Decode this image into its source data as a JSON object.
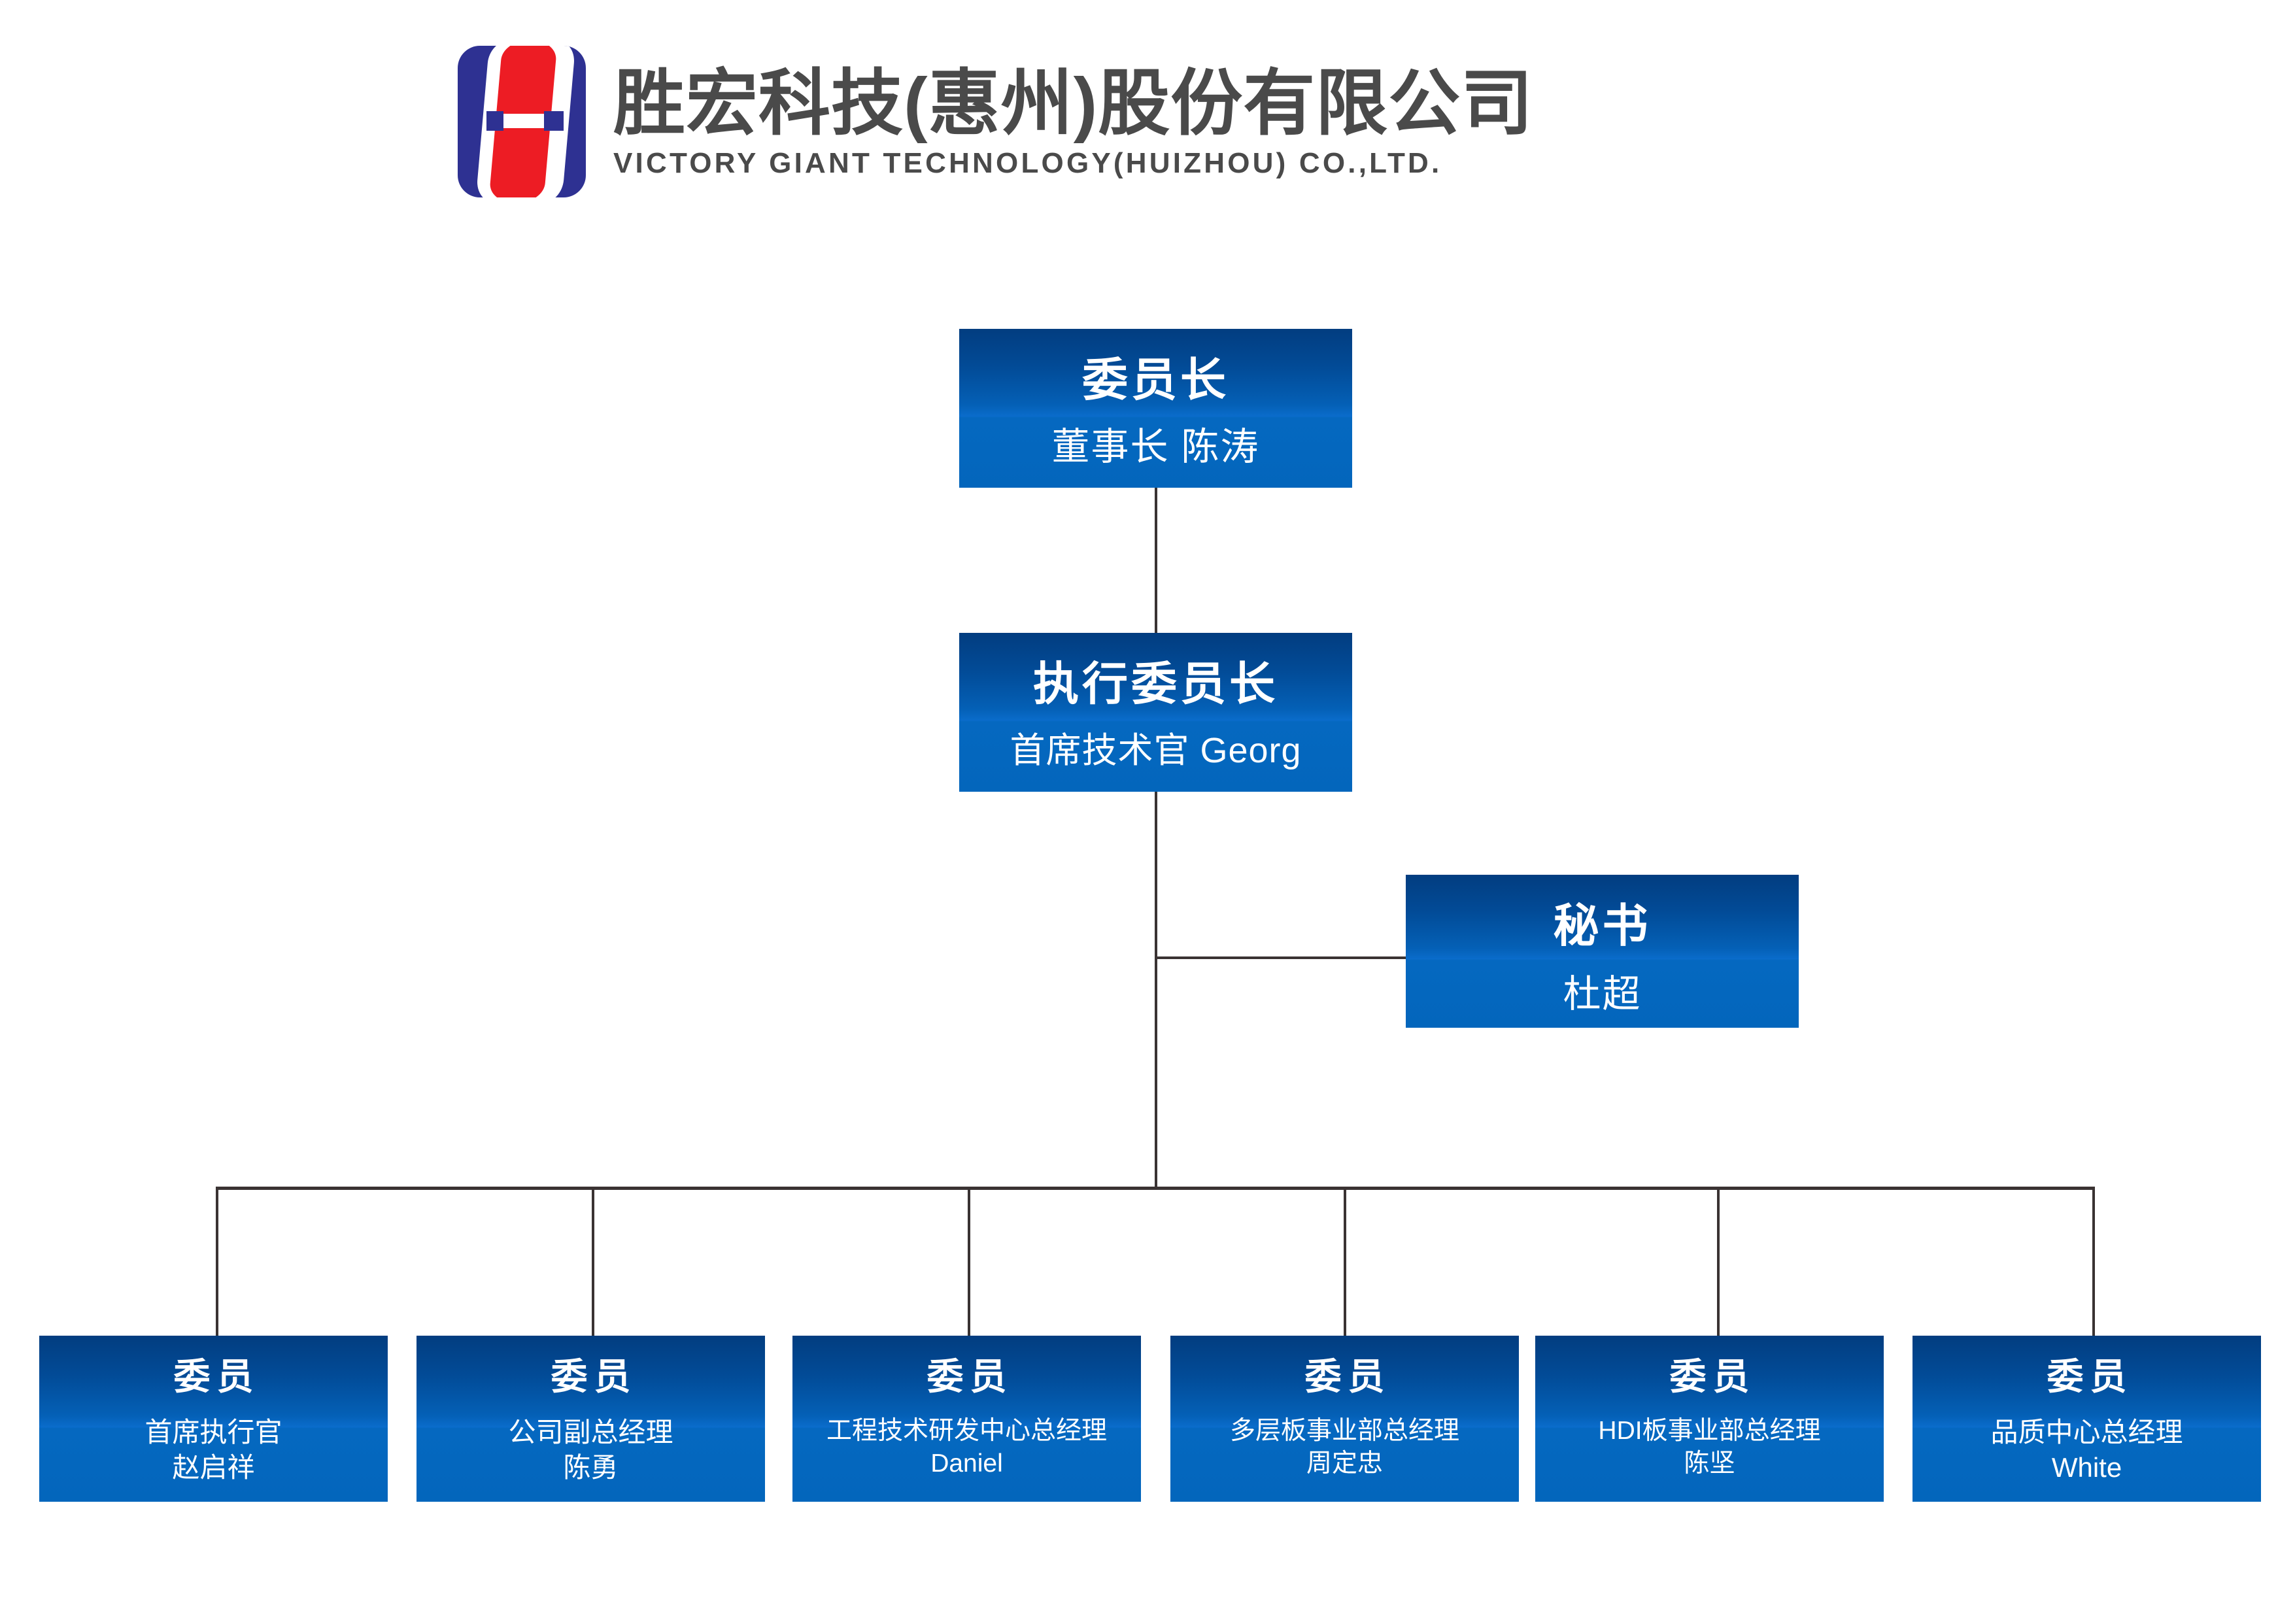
{
  "header": {
    "logo_icon": "victory-giant-s-logo",
    "company_name_cn": "胜宏科技(惠州)股份有限公司",
    "company_name_en": "VICTORY GIANT TECHNOLOGY(HUIZHOU) CO.,LTD."
  },
  "colors": {
    "logo_blue": "#2e3192",
    "logo_red": "#ed1c24",
    "node_gradient_top": "#023d80",
    "node_gradient_mid": "#0a6ccb",
    "node_gradient_bottom": "#0366bc",
    "connector_line": "#3a3333",
    "brand_text": "#4a4a4a",
    "background": "#ffffff"
  },
  "chart_data": {
    "type": "org-chart",
    "title": "",
    "orientation": "top-down",
    "levels": 3,
    "nodes": [
      {
        "id": "chairman",
        "level": 0,
        "title": "委员长",
        "role": "董事长",
        "person": "陈涛",
        "subtitle": "董事长 陈涛",
        "parent": null
      },
      {
        "id": "exec-chairman",
        "level": 1,
        "title": "执行委员长",
        "role": "首席技术官",
        "person": "Georg",
        "subtitle": "首席技术官 Georg",
        "parent": "chairman"
      },
      {
        "id": "secretary",
        "level": 2,
        "title": "秘书",
        "role": "",
        "person": "杜超",
        "subtitle": "杜超",
        "parent": "exec-chairman",
        "attachment": "side-branch-right"
      },
      {
        "id": "member-ceo",
        "level": 2,
        "title": "委员",
        "role": "首席执行官",
        "person": "赵启祥",
        "subtitle_lines": [
          "首席执行官",
          "赵启祥"
        ],
        "parent": "exec-chairman"
      },
      {
        "id": "member-deputy-gm",
        "level": 2,
        "title": "委员",
        "role": "公司副总经理",
        "person": "陈勇",
        "subtitle_lines": [
          "公司副总经理",
          "陈勇"
        ],
        "parent": "exec-chairman"
      },
      {
        "id": "member-rnd-gm",
        "level": 2,
        "title": "委员",
        "role": "工程技术研发中心总经理",
        "person": "Daniel",
        "subtitle_lines": [
          "工程技术研发中心总经理",
          "Daniel"
        ],
        "parent": "exec-chairman"
      },
      {
        "id": "member-multilayer-gm",
        "level": 2,
        "title": "委员",
        "role": "多层板事业部总经理",
        "person": "周定忠",
        "subtitle_lines": [
          "多层板事业部总经理",
          "周定忠"
        ],
        "parent": "exec-chairman"
      },
      {
        "id": "member-hdi-gm",
        "level": 2,
        "title": "委员",
        "role": "HDI板事业部总经理",
        "person": "陈坚",
        "subtitle_lines": [
          "HDI板事业部总经理",
          "陈坚"
        ],
        "parent": "exec-chairman"
      },
      {
        "id": "member-quality-gm",
        "level": 2,
        "title": "委员",
        "role": "品质中心总经理",
        "person": "White",
        "subtitle_lines": [
          "品质中心总经理",
          "White"
        ],
        "parent": "exec-chairman"
      }
    ],
    "edges": [
      {
        "from": "chairman",
        "to": "exec-chairman"
      },
      {
        "from": "exec-chairman",
        "to": "secretary"
      },
      {
        "from": "exec-chairman",
        "to": "member-ceo"
      },
      {
        "from": "exec-chairman",
        "to": "member-deputy-gm"
      },
      {
        "from": "exec-chairman",
        "to": "member-rnd-gm"
      },
      {
        "from": "exec-chairman",
        "to": "member-multilayer-gm"
      },
      {
        "from": "exec-chairman",
        "to": "member-hdi-gm"
      },
      {
        "from": "exec-chairman",
        "to": "member-quality-gm"
      }
    ]
  },
  "chart": {
    "chairman": {
      "title": "委员长",
      "sub": "董事长 陈涛"
    },
    "exec": {
      "title": "执行委员长",
      "sub": "首席技术官 Georg"
    },
    "secretary": {
      "title": "秘书",
      "sub": "杜超"
    },
    "members": [
      {
        "title": "委员",
        "line1": "首席执行官",
        "line2": "赵启祥"
      },
      {
        "title": "委员",
        "line1": "公司副总经理",
        "line2": "陈勇"
      },
      {
        "title": "委员",
        "line1": "工程技术研发中心总经理",
        "line2": "Daniel"
      },
      {
        "title": "委员",
        "line1": "多层板事业部总经理",
        "line2": "周定忠"
      },
      {
        "title": "委员",
        "line1": "HDI板事业部总经理",
        "line2": "陈坚"
      },
      {
        "title": "委员",
        "line1": "品质中心总经理",
        "line2": "White"
      }
    ]
  }
}
